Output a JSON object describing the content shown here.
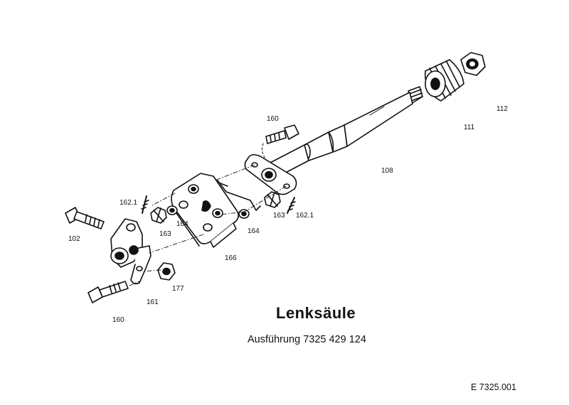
{
  "title": "Lenksäule",
  "subtitle": "Ausführung 7325 429 124",
  "drawing_code": "E 7325.001",
  "labels": {
    "p112": "112",
    "p111": "111",
    "p108": "108",
    "p160_top": "160",
    "p162_1_left": "162.1",
    "p162_1_right": "162.1",
    "p163_left": "163",
    "p163_right": "163",
    "p164_left": "164",
    "p164_right": "164",
    "p166": "166",
    "p102": "102",
    "p177": "177",
    "p161": "161",
    "p160_bottom": "160"
  }
}
